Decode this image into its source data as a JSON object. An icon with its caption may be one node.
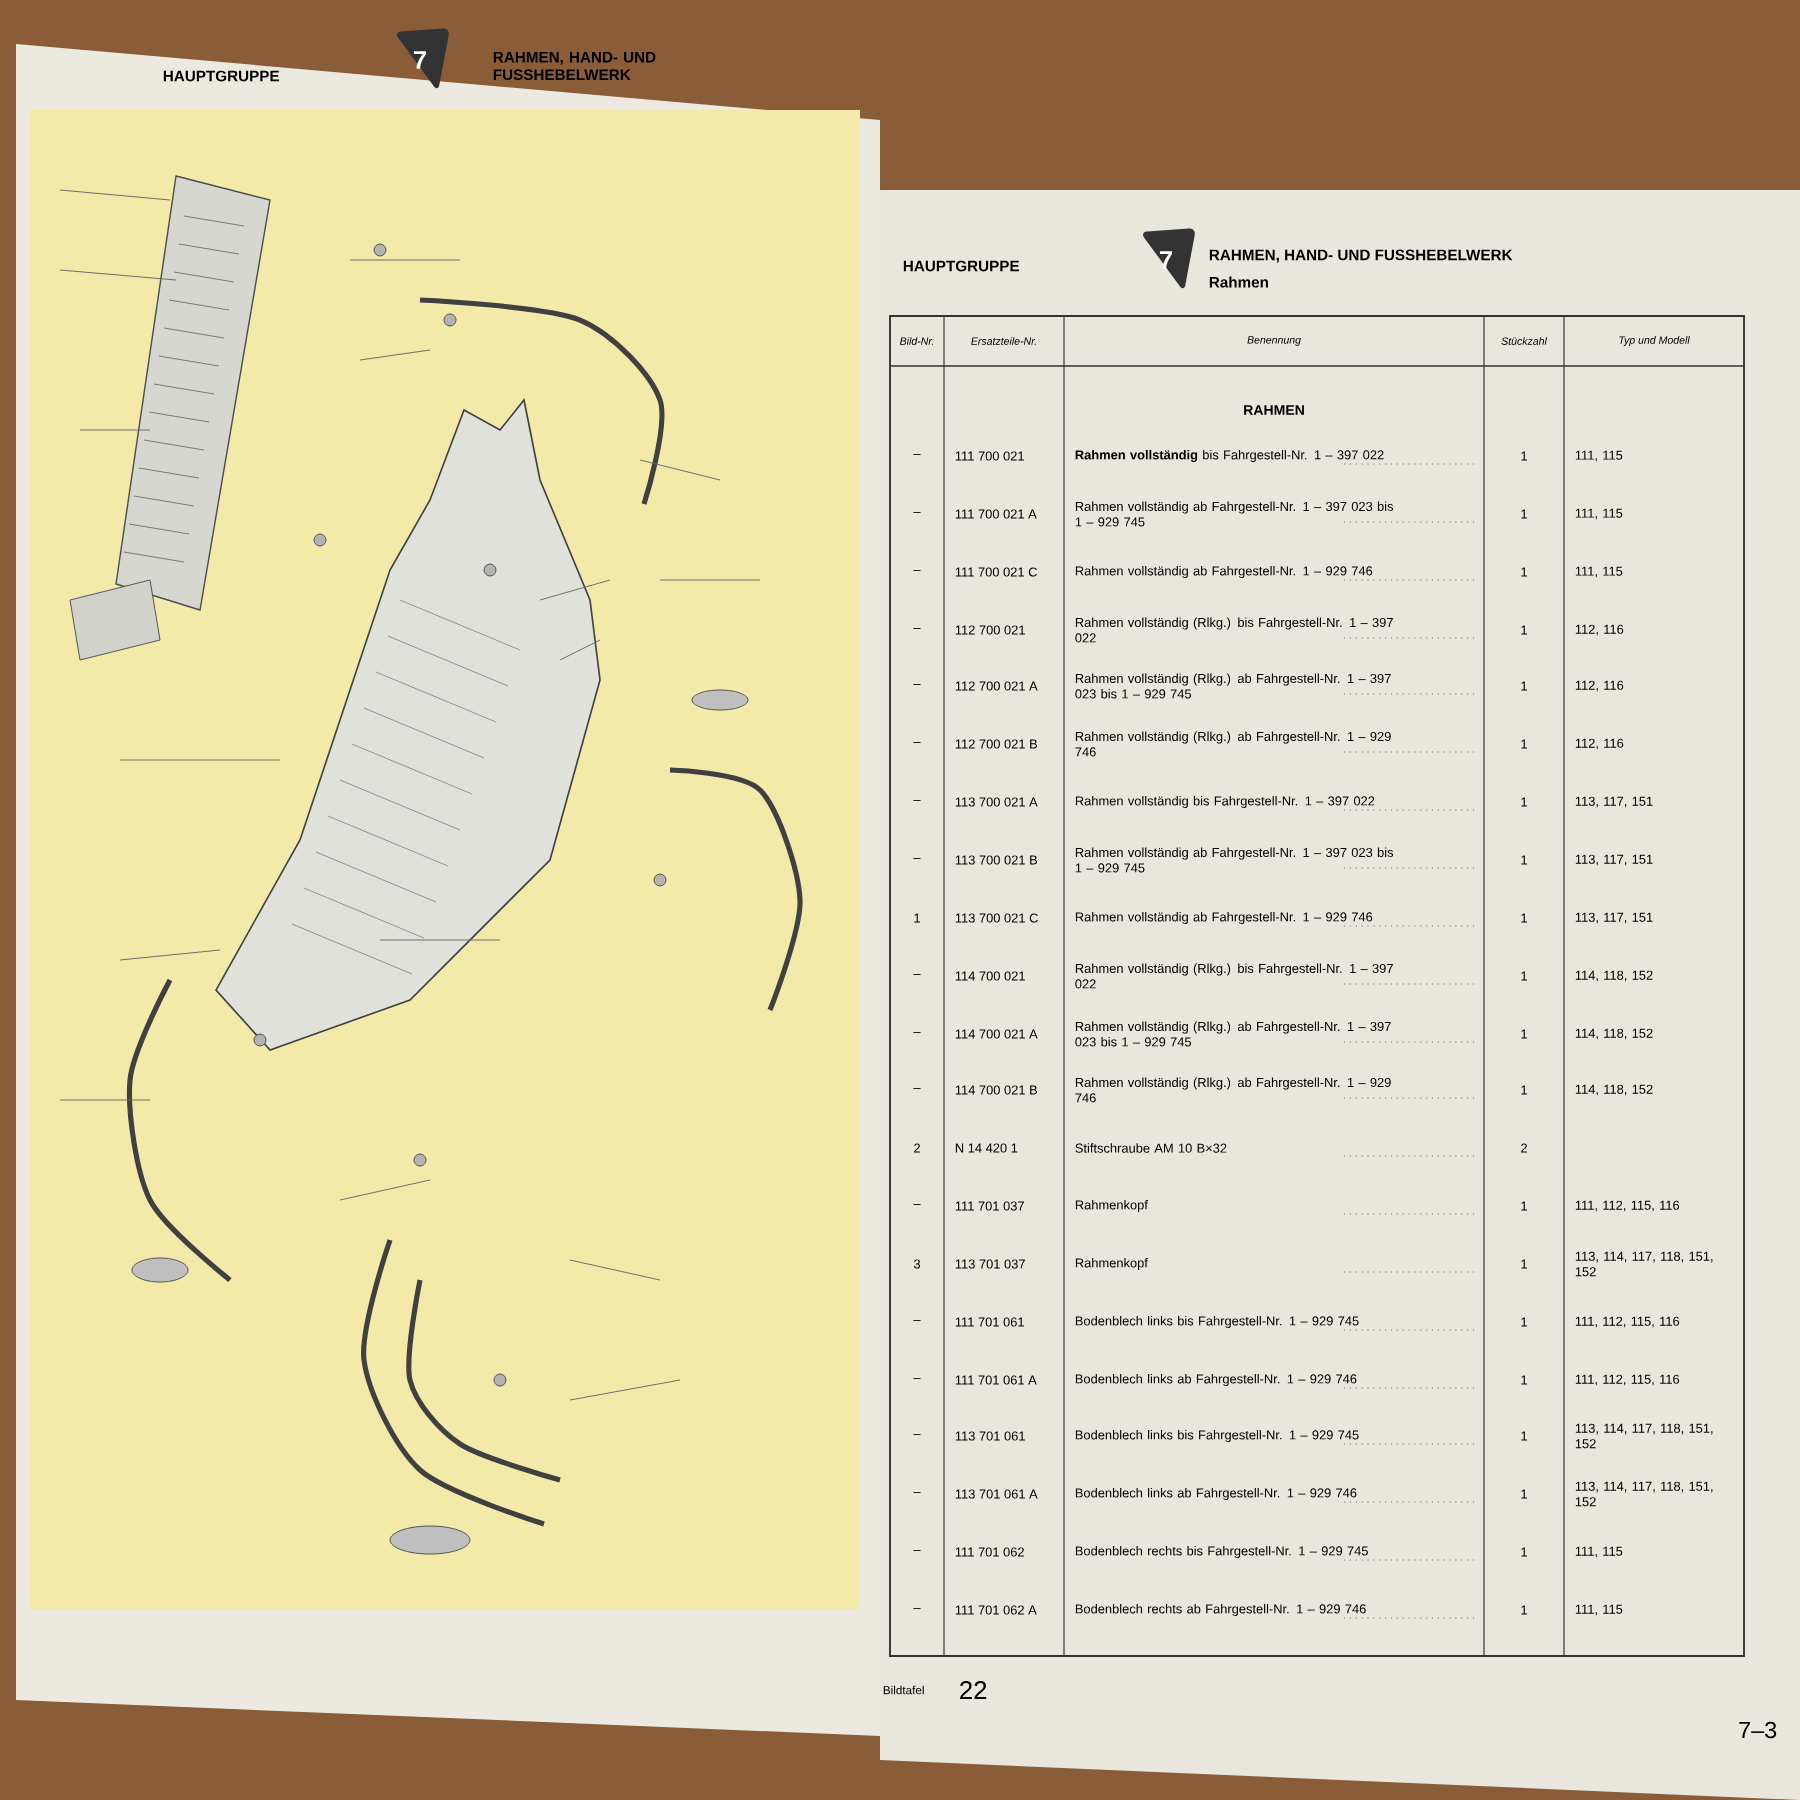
{
  "diagram": {
    "nodes": [
      {
        "text": [],
        "shape": "picture"
      }
    ],
    "edges": [],
    "labels": [
      "HAUPTGRUPPE",
      "7",
      "RAHMEN, HAND- UND FUSSHEBELWERK",
      "HAUPTGRUPPE",
      "7",
      "RAHMEN, HAND- UND FUSSHEBELWERK",
      "Rahmen",
      "Bild-Nr.",
      "Ersatzteile-Nr.",
      "Benennung",
      "Stückzahl",
      "Typ und Modell",
      "RAHMEN",
      "–",
      "111 700 021",
      "**Rahmen vollständig** bis Fahrgestell-Nr. 1 – 397 022",
      "1",
      "111, 115",
      "–",
      "111 700 021 A",
      "Rahmen vollständig ab Fahrgestell-Nr. 1 – 397 023 bis 1 – 929 745",
      "1",
      "111, 115",
      "–",
      "111 700 021 C",
      "Rahmen vollständig ab Fahrgestell-Nr. 1 – 929 746",
      "1",
      "111, 115",
      "–",
      "112 700 021",
      "Rahmen vollständig (Rlkg.) bis Fahrgestell-Nr. 1 – 397 022",
      "1",
      "112, 116",
      "–",
      "112 700 021 A",
      "Rahmen vollständig (Rlkg.) ab Fahrgestell-Nr. 1 – 397 023 bis 1 – 929 745",
      "1",
      "112, 116",
      "–",
      "112 700 021 B",
      "Rahmen vollständig (Rlkg.) ab Fahrgestell-Nr. 1 – 929 746",
      "1",
      "112, 116",
      "–",
      "113 700 021 A",
      "Rahmen vollständig bis Fahrgestell-Nr. 1 – 397 022",
      "1",
      "113, 117, 151",
      "–",
      "113 700 021 B",
      "Rahmen vollständig ab Fahrgestell-Nr. 1 – 397 023 bis 1 – 929 745",
      "1",
      "113, 117, 151",
      "1",
      "113 700 021 C",
      "Rahmen vollständig ab Fahrgestell-Nr. 1 – 929 746",
      "1",
      "113, 117, 151",
      "–",
      "114 700 021",
      "Rahmen vollständig (Rlkg.) bis Fahrgestell-Nr. 1 – 397 022",
      "1",
      "114, 118, 152",
      "–",
      "114 700 021 A",
      "Rahmen vollständig (Rlkg.) ab Fahrgestell-Nr. 1 – 397 023 bis 1 – 929 745",
      "1",
      "114, 118, 152",
      "–",
      "114 700 021 B",
      "Rahmen vollständig (Rlkg.) ab Fahrgestell-Nr. 1 – 929 746",
      "1",
      "114, 118, 152",
      "2",
      "N 14 420 1",
      "Stiftschraube AM 10 B×32",
      "2",
      "–",
      "111 701 037",
      "Rahmenkopf",
      "1",
      "111, 112, 115, 116",
      "3",
      "113 701 037",
      "Rahmenkopf",
      "1",
      "113, 114, 117, 118, 151, 152",
      "–",
      "111 701 061",
      "Bodenblech links bis Fahrgestell-Nr. 1 – 929 745",
      "1",
      "111, 112, 115, 116",
      "–",
      "111 701 061 A",
      "Bodenblech links ab Fahrgestell-Nr. 1 – 929 746",
      "1",
      "111, 112, 115, 116",
      "–",
      "113 701 061",
      "Bodenblech links bis Fahrgestell-Nr. 1 – 929 745",
      "1",
      "113, 114, 117, 118, 151, 152",
      "–",
      "113 701 061 A",
      "Bodenblech links ab Fahrgestell-Nr. 1 – 929 746",
      "1",
      "113, 114, 117, 118, 151, 152",
      "–",
      "111 701 062",
      "Bodenblech rechts bis Fahrgestell-Nr. 1 – 929 745",
      "1",
      "111, 115",
      "–",
      "111 701 062 A",
      "Bodenblech rechts ab Fahrgestell-Nr. 1 – 929 746",
      "1",
      "111, 115",
      "Bildtafel",
      "22",
      "7–3"
    ]
  }
}
